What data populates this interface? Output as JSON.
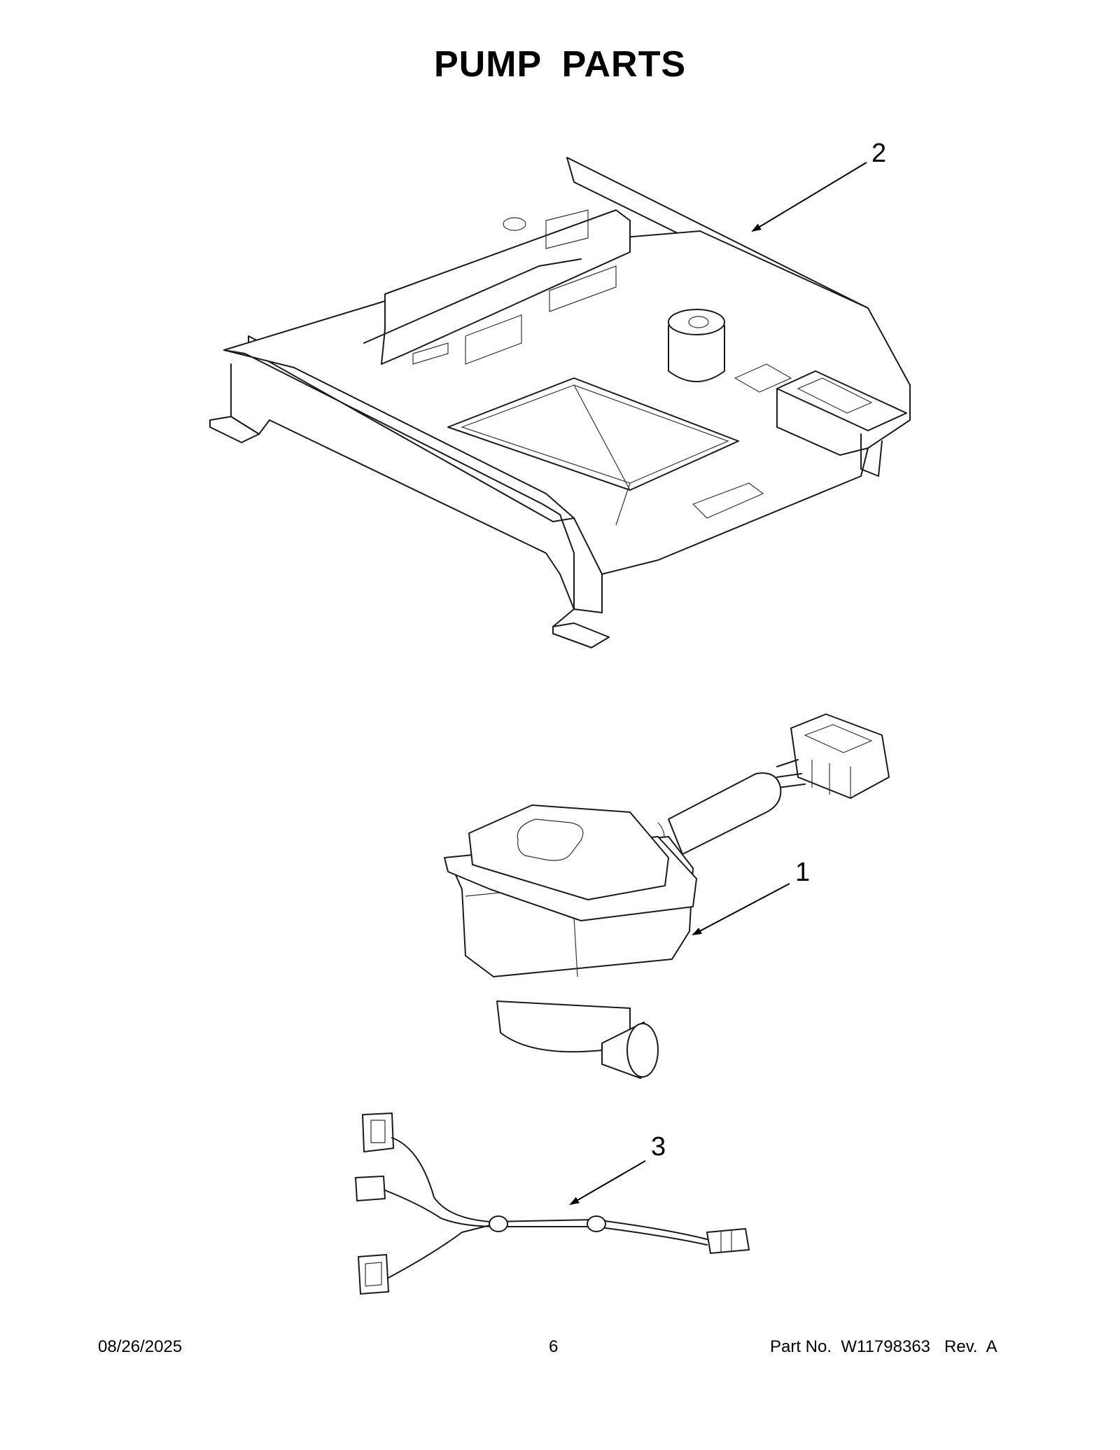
{
  "title": "PUMP  PARTS",
  "callouts": {
    "part_2": "2",
    "part_1": "1",
    "part_3": "3"
  },
  "footer": {
    "date": "08/26/2025",
    "page": "6",
    "part_number": "Part No.  W11798363   Rev.  A"
  },
  "colors": {
    "ink": "#1a1a1a",
    "background": "#ffffff"
  }
}
